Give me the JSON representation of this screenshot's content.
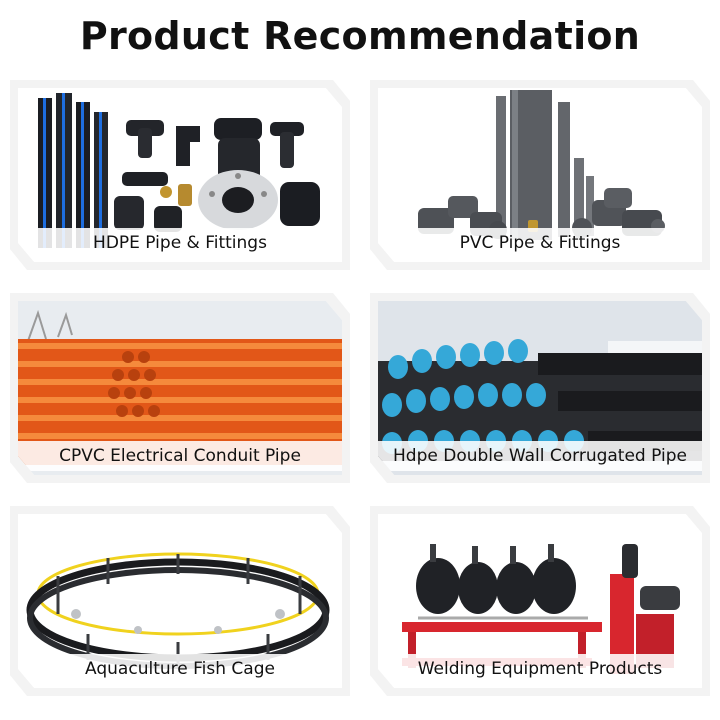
{
  "page": {
    "title": "Product Recommendation"
  },
  "products": [
    {
      "caption": "HDPE Pipe & Fittings"
    },
    {
      "caption": "PVC Pipe & Fittings"
    },
    {
      "caption": "CPVC Electrical Conduit Pipe"
    },
    {
      "caption": "Hdpe Double Wall Corrugated Pipe"
    },
    {
      "caption": "Aquaculture Fish Cage"
    },
    {
      "caption": "Welding Equipment Products"
    }
  ],
  "colors": {
    "frame": "#f3f3f3",
    "hdpe_black": "#1b1d22",
    "hdpe_stripe": "#1e6ee0",
    "pvc_gray": "#5b5e63",
    "cpvc_orange": "#f06a1e",
    "corrugated_blue": "#35a8d8",
    "fish_cage_yellow": "#f0d21e",
    "welder_red": "#d8262e"
  }
}
